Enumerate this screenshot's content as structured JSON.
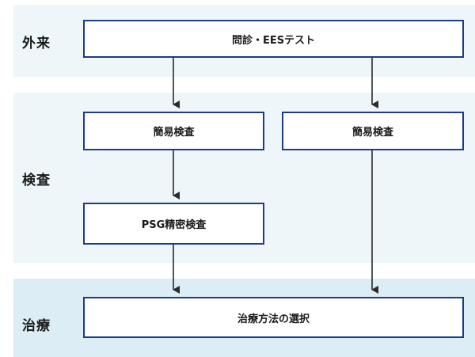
{
  "phases": {
    "outpatient": "外来",
    "examination": "検査",
    "treatment": "治療"
  },
  "steps": {
    "interview": "問診・EESテスト",
    "simple_test_left": "簡易検査",
    "simple_test_right": "簡易検査",
    "psg": "PSG精密検査",
    "treatment_choice": "治療方法の選択"
  },
  "colors": {
    "band_light": "#eef6f9",
    "band_dark": "#dcedf5",
    "box_border": "#1c3c86",
    "arrow": "#2b2b2b"
  }
}
